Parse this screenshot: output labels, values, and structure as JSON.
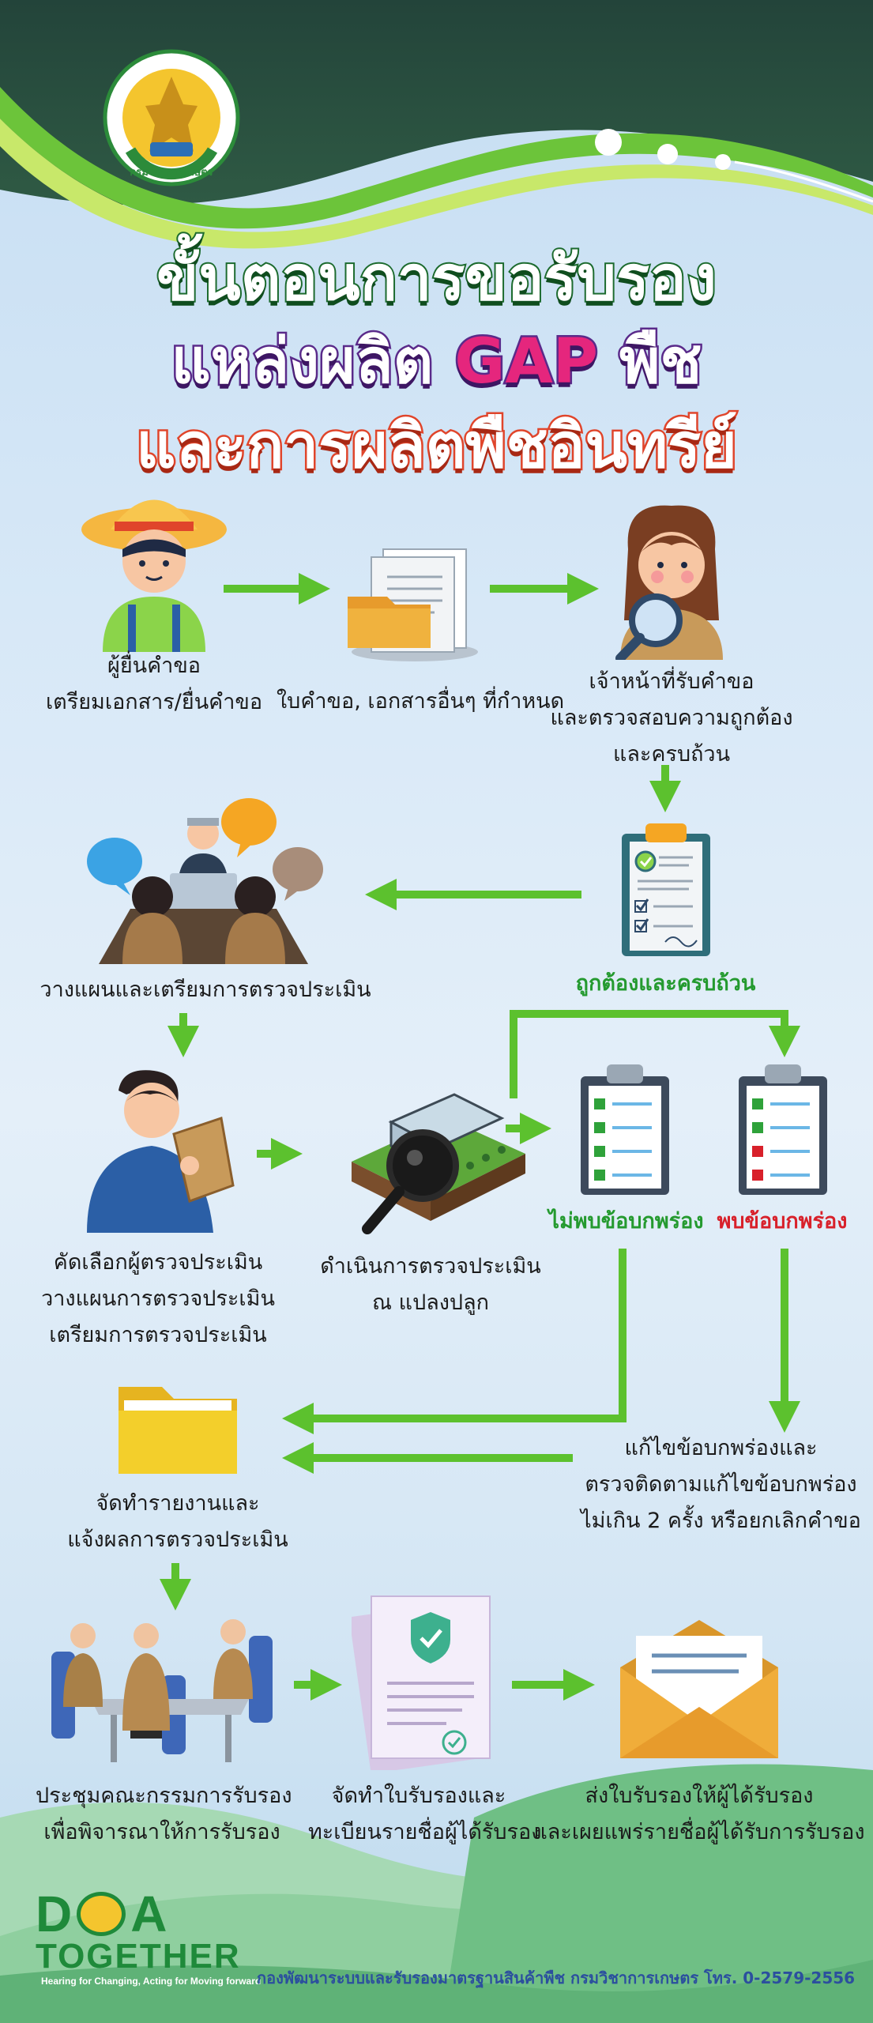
{
  "logo": {
    "name": "กรมวิชาการเกษตร"
  },
  "title": {
    "line1": "ขั้นตอนการขอรับรอง",
    "line2_pre": "แหล่งผลิต ",
    "line2_gap": "GAP",
    "line2_post": " พืช",
    "line3": "และการผลิตพืชอินทรีย์"
  },
  "steps": {
    "applicant": [
      "ผู้ยื่นคำขอ",
      "เตรียมเอกสาร/ยื่นคำขอ"
    ],
    "documents": [
      "ใบคำขอ, เอกสารอื่นๆ ที่กำหนด"
    ],
    "officer": [
      "เจ้าหน้าที่รับคำขอ",
      "และตรวจสอบความถูกต้อง",
      "และครบถ้วน"
    ],
    "complete": [
      "ถูกต้องและครบถ้วน"
    ],
    "planning": [
      "วางแผนและเตรียมการตรวจประเมิน"
    ],
    "select_auditor": [
      "คัดเลือกผู้ตรวจประเมิน",
      "วางแผนการตรวจประเมิน",
      "เตรียมการตรวจประเมิน"
    ],
    "conduct_audit": [
      "ดำเนินการตรวจประเมิน",
      "ณ แปลงปลูก"
    ],
    "no_defect": "ไม่พบข้อบกพร่อง",
    "defect": "พบข้อบกพร่อง",
    "fix_defect": [
      "แก้ไขข้อบกพร่องและ",
      "ตรวจติดตามแก้ไขข้อบกพร่อง",
      "ไม่เกิน 2 ครั้ง หรือยกเลิกคำขอ"
    ],
    "report": [
      "จัดทำรายงานและ",
      "แจ้งผลการตรวจประเมิน"
    ],
    "committee": [
      "ประชุมคณะกรรมการรับรอง",
      "เพื่อพิจารณาให้การรับรอง"
    ],
    "certificate": [
      "จัดทำใบรับรองและ",
      "ทะเบียนรายชื่อผู้ได้รับรอง"
    ],
    "send": [
      "ส่งใบรับรองให้ผู้ได้รับรอง",
      "และเผยแพร่รายชื่อผู้ได้รับการรับรอง"
    ]
  },
  "footer": {
    "brand_d": "D",
    "brand_a": "A",
    "brand_together": "TOGETHER",
    "slogan": "Hearing for Changing, Acting for Moving forward",
    "contact": "กองพัฒนาระบบและรับรองมาตรฐานสินค้าพืช กรมวิชาการเกษตร โทร. 0-2579-2556"
  },
  "colors": {
    "arrow_green": "#5cc12e",
    "header_dark": "#254535",
    "title_purple": "#5a2a8a",
    "gap_pink": "#e5267d",
    "title_red": "#e0452b",
    "footer_text": "#2b4f9e"
  }
}
